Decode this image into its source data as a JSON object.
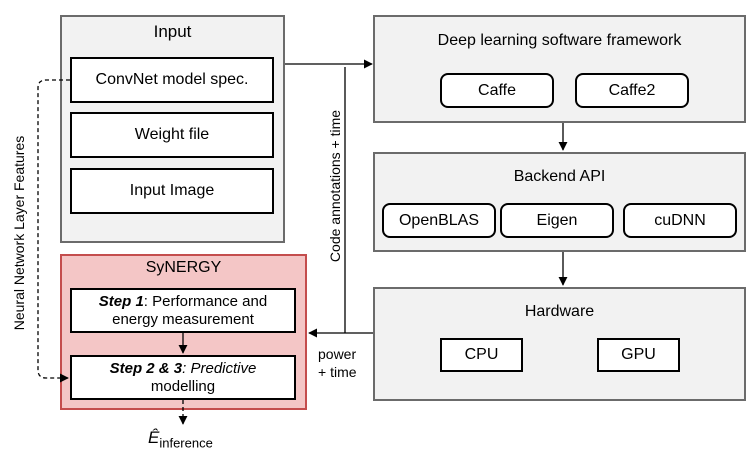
{
  "input": {
    "title": "Input",
    "items": [
      "ConvNet model spec.",
      "Weight file",
      "Input Image"
    ]
  },
  "framework": {
    "title": "Deep learning software framework",
    "items": [
      "Caffe",
      "Caffe2"
    ]
  },
  "backend": {
    "title": "Backend API",
    "items": [
      "OpenBLAS",
      "Eigen",
      "cuDNN"
    ]
  },
  "hardware": {
    "title": "Hardware",
    "items": [
      "CPU",
      "GPU"
    ]
  },
  "synergy": {
    "title": "SyNERGY",
    "step1": {
      "bold": "Step 1",
      "rest": ": Performance and",
      "line2": "energy measurement"
    },
    "step23": {
      "bold": "Step 2 & 3",
      "rest": ": Predictive",
      "line2": "modelling"
    }
  },
  "labels": {
    "left_vertical": "Neural Network Layer Features",
    "mid_vertical": "Code annotations + time",
    "power_line1": "power",
    "power_line2": "+ time"
  },
  "output": {
    "symbol": "Ê",
    "subscript": "inference"
  }
}
